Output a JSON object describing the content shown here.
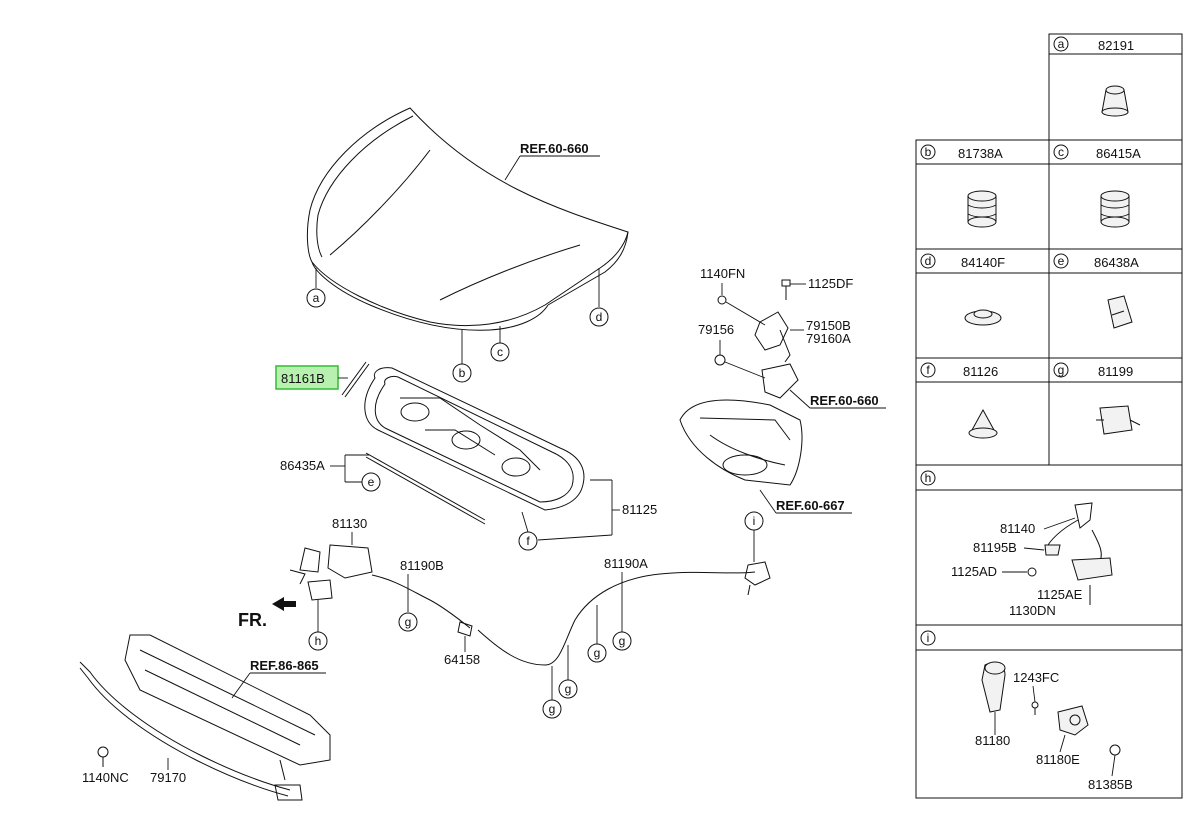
{
  "refs": {
    "hood": "REF.60-660",
    "hinge": "REF.60-660",
    "apron": "REF.60-667",
    "bumper": "REF.86-865"
  },
  "direction_label": "FR.",
  "highlighted_part": "81161B",
  "parts": {
    "p86435A": "86435A",
    "p81125": "81125",
    "p81130": "81130",
    "p81190B": "81190B",
    "p81190A": "81190A",
    "p64158": "64158",
    "p1140FN": "1140FN",
    "p1125DF": "1125DF",
    "p79156": "79156",
    "p79150B": "79150B",
    "p79160A": "79160A",
    "p1140NC": "1140NC",
    "p79170": "79170"
  },
  "callouts": {
    "a": "a",
    "b": "b",
    "c": "c",
    "d": "d",
    "e": "e",
    "f": "f",
    "g": "g",
    "h": "h",
    "i": "i"
  },
  "legend": {
    "a": {
      "letter": "a",
      "part": "82191"
    },
    "b": {
      "letter": "b",
      "part": "81738A"
    },
    "c": {
      "letter": "c",
      "part": "86415A"
    },
    "d": {
      "letter": "d",
      "part": "84140F"
    },
    "e": {
      "letter": "e",
      "part": "86438A"
    },
    "f": {
      "letter": "f",
      "part": "81126"
    },
    "g": {
      "letter": "g",
      "part": "81199"
    },
    "h": {
      "letter": "h",
      "parts": [
        "81140",
        "81195B",
        "1125AD",
        "1125AE",
        "1130DN"
      ]
    },
    "i": {
      "letter": "i",
      "parts": [
        "1243FC",
        "81180",
        "81180E",
        "81385B"
      ]
    }
  }
}
